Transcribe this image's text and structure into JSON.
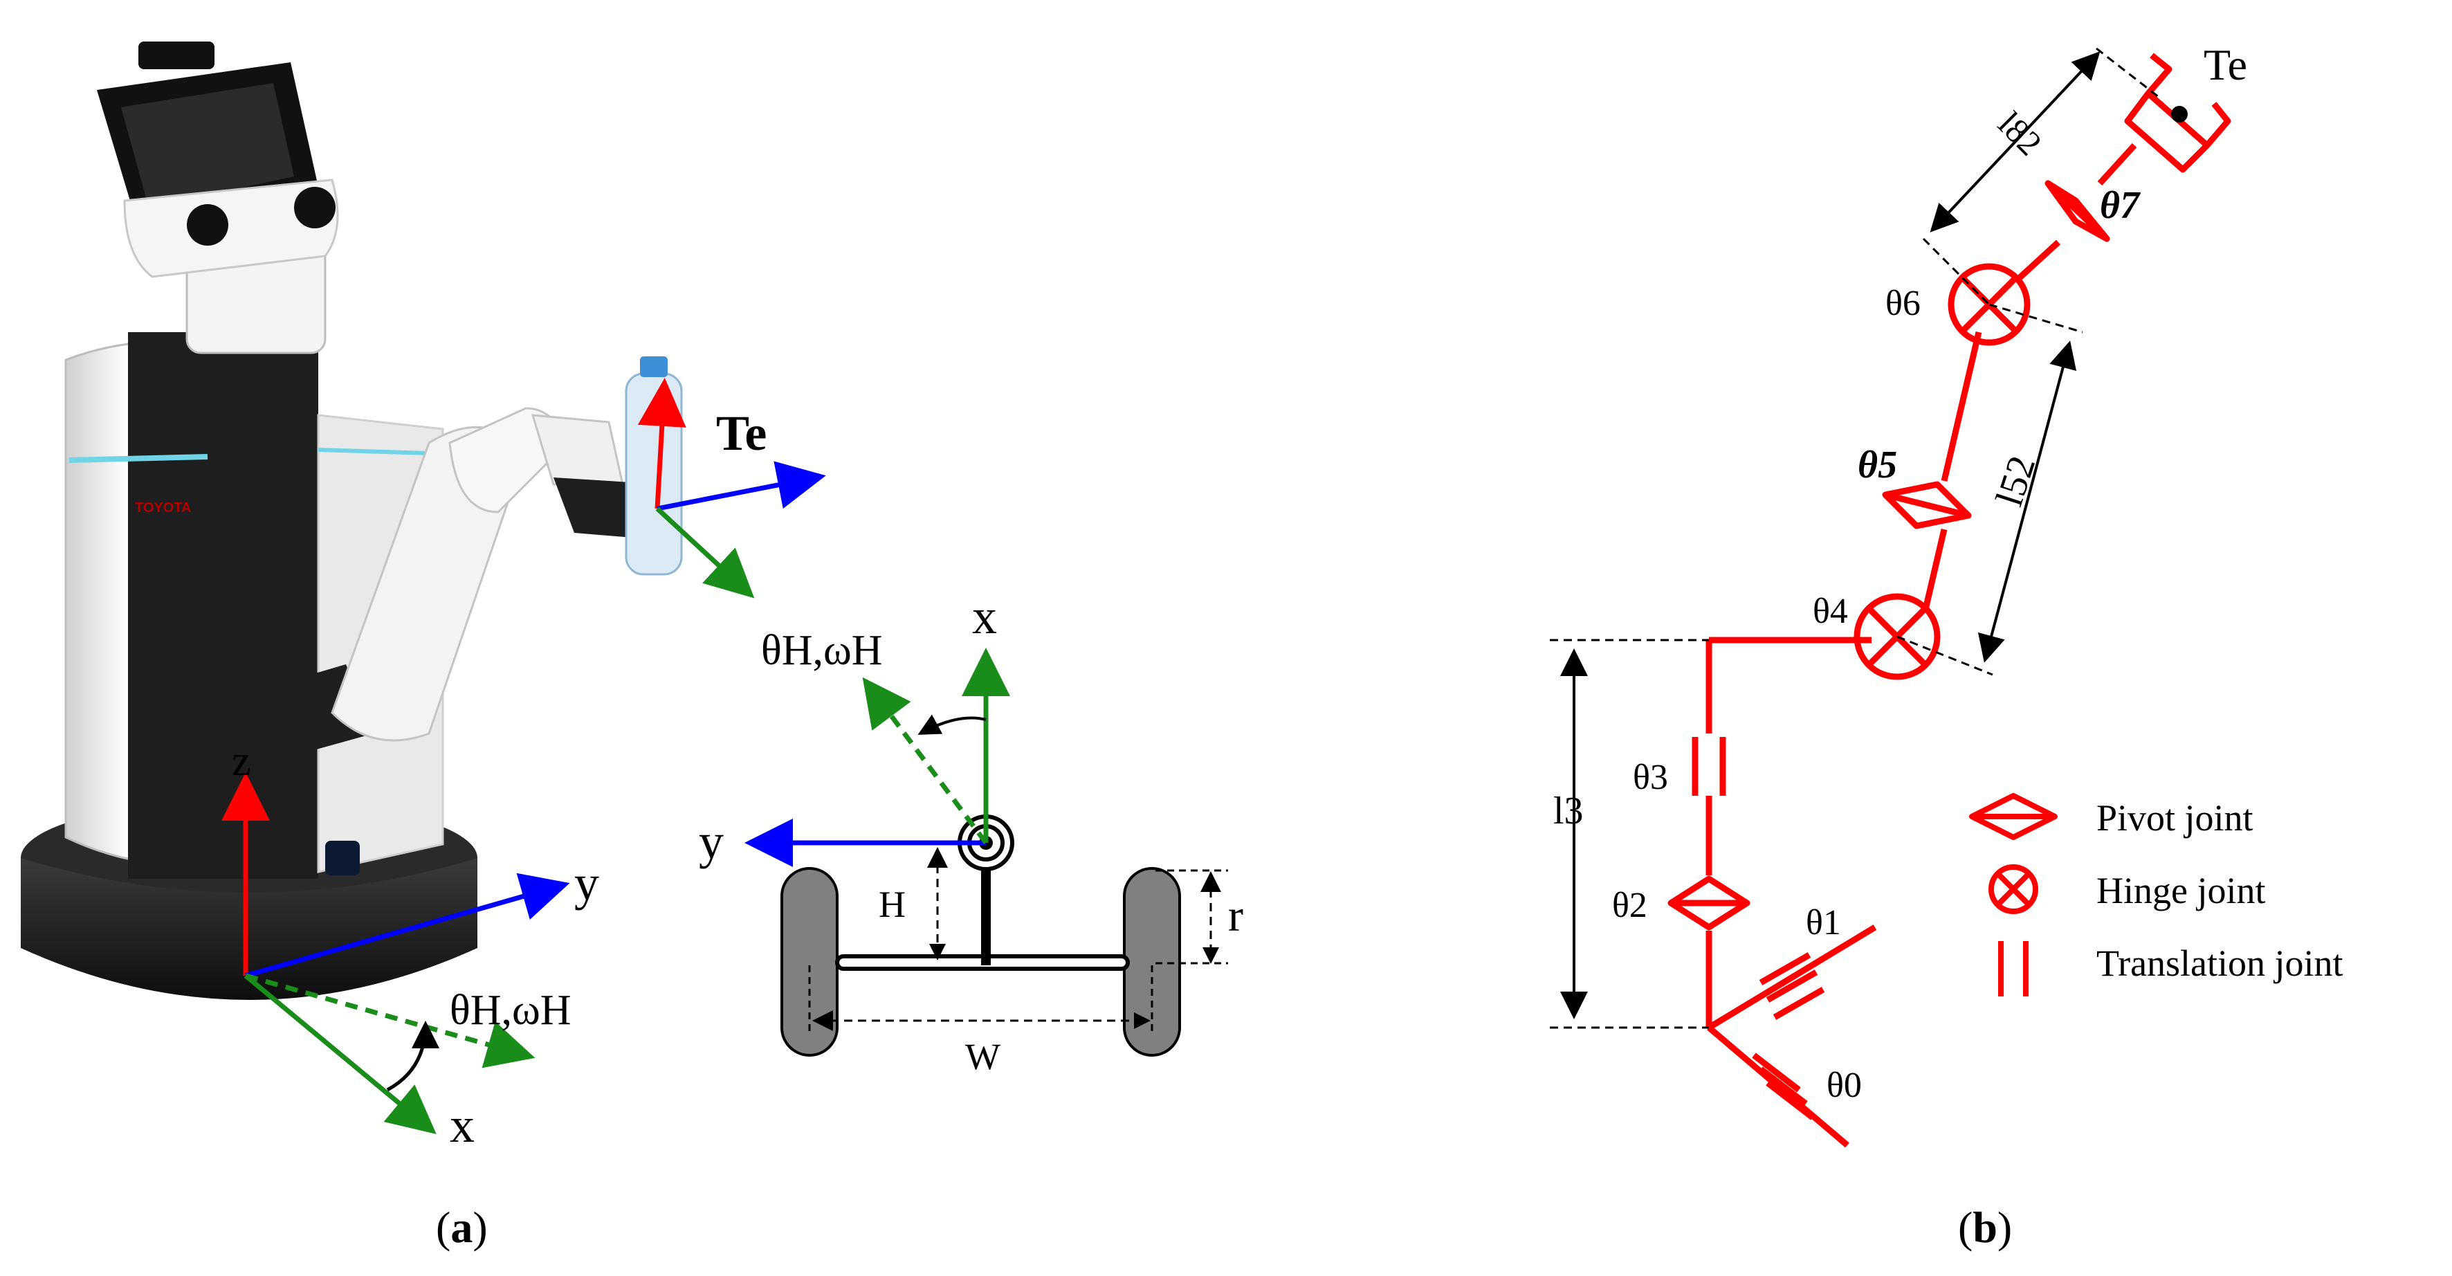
{
  "panel_a": {
    "caption_open": "(",
    "caption_letter": "a",
    "caption_close": ")",
    "robot_brand": "TOYOTA",
    "base_frame": {
      "z_label": "z",
      "y_label": "y",
      "x_label": "x",
      "heading_label": "θH,ωH"
    },
    "end_effector_label": "Te",
    "top_view": {
      "x_label": "x",
      "y_label": "y",
      "heading_label": "θH,ωH",
      "offset_label": "H",
      "radius_label": "r",
      "width_label": "W"
    }
  },
  "panel_b": {
    "caption_open": "(",
    "caption_letter": "b",
    "caption_close": ")",
    "end_effector_label": "Te",
    "joint_labels": [
      "θ0",
      "θ1",
      "θ2",
      "θ3",
      "θ4",
      "θ5",
      "θ6",
      "θ7"
    ],
    "length_labels": [
      "l3",
      "l52",
      "l82"
    ],
    "legend": [
      {
        "symbol": "pivot",
        "label": "Pivot joint"
      },
      {
        "symbol": "hinge",
        "label": "Hinge joint"
      },
      {
        "symbol": "translation",
        "label": "Translation joint"
      }
    ]
  },
  "colors": {
    "red": "#ff0000",
    "green": "#1a8c1a",
    "blue": "#0000ff",
    "robot_white": "#f2f2f2",
    "robot_black": "#1e1e1e",
    "wheel_gray": "#808080",
    "teal_light": "#6ed4e6"
  }
}
